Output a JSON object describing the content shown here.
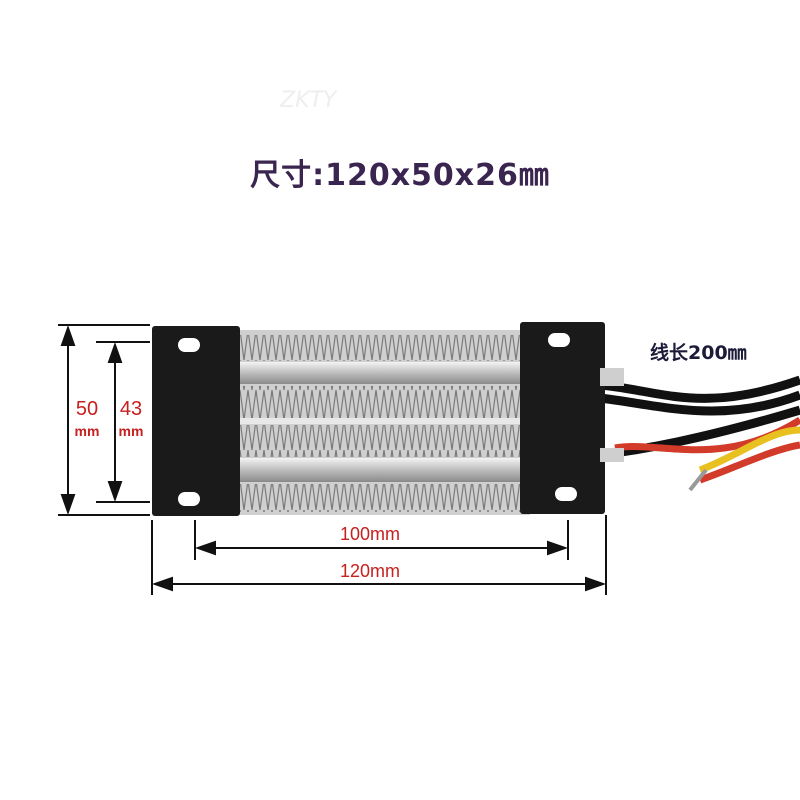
{
  "title": "尺寸:120x50x26㎜",
  "watermark": "ZKTY",
  "wire_length_label": "线长200㎜",
  "dimensions": {
    "height_outer": {
      "value": "50",
      "unit": "mm"
    },
    "height_inner": {
      "value": "43",
      "unit": "mm"
    },
    "width_inner": "100mm",
    "width_outer": "120mm"
  },
  "colors": {
    "title": "#3a2450",
    "dimension_text": "#c62020",
    "bracket": "#1a1a1a",
    "fin": "#b8b8b8",
    "wire_red": "#d23a2a",
    "wire_yellow": "#e8c020"
  }
}
